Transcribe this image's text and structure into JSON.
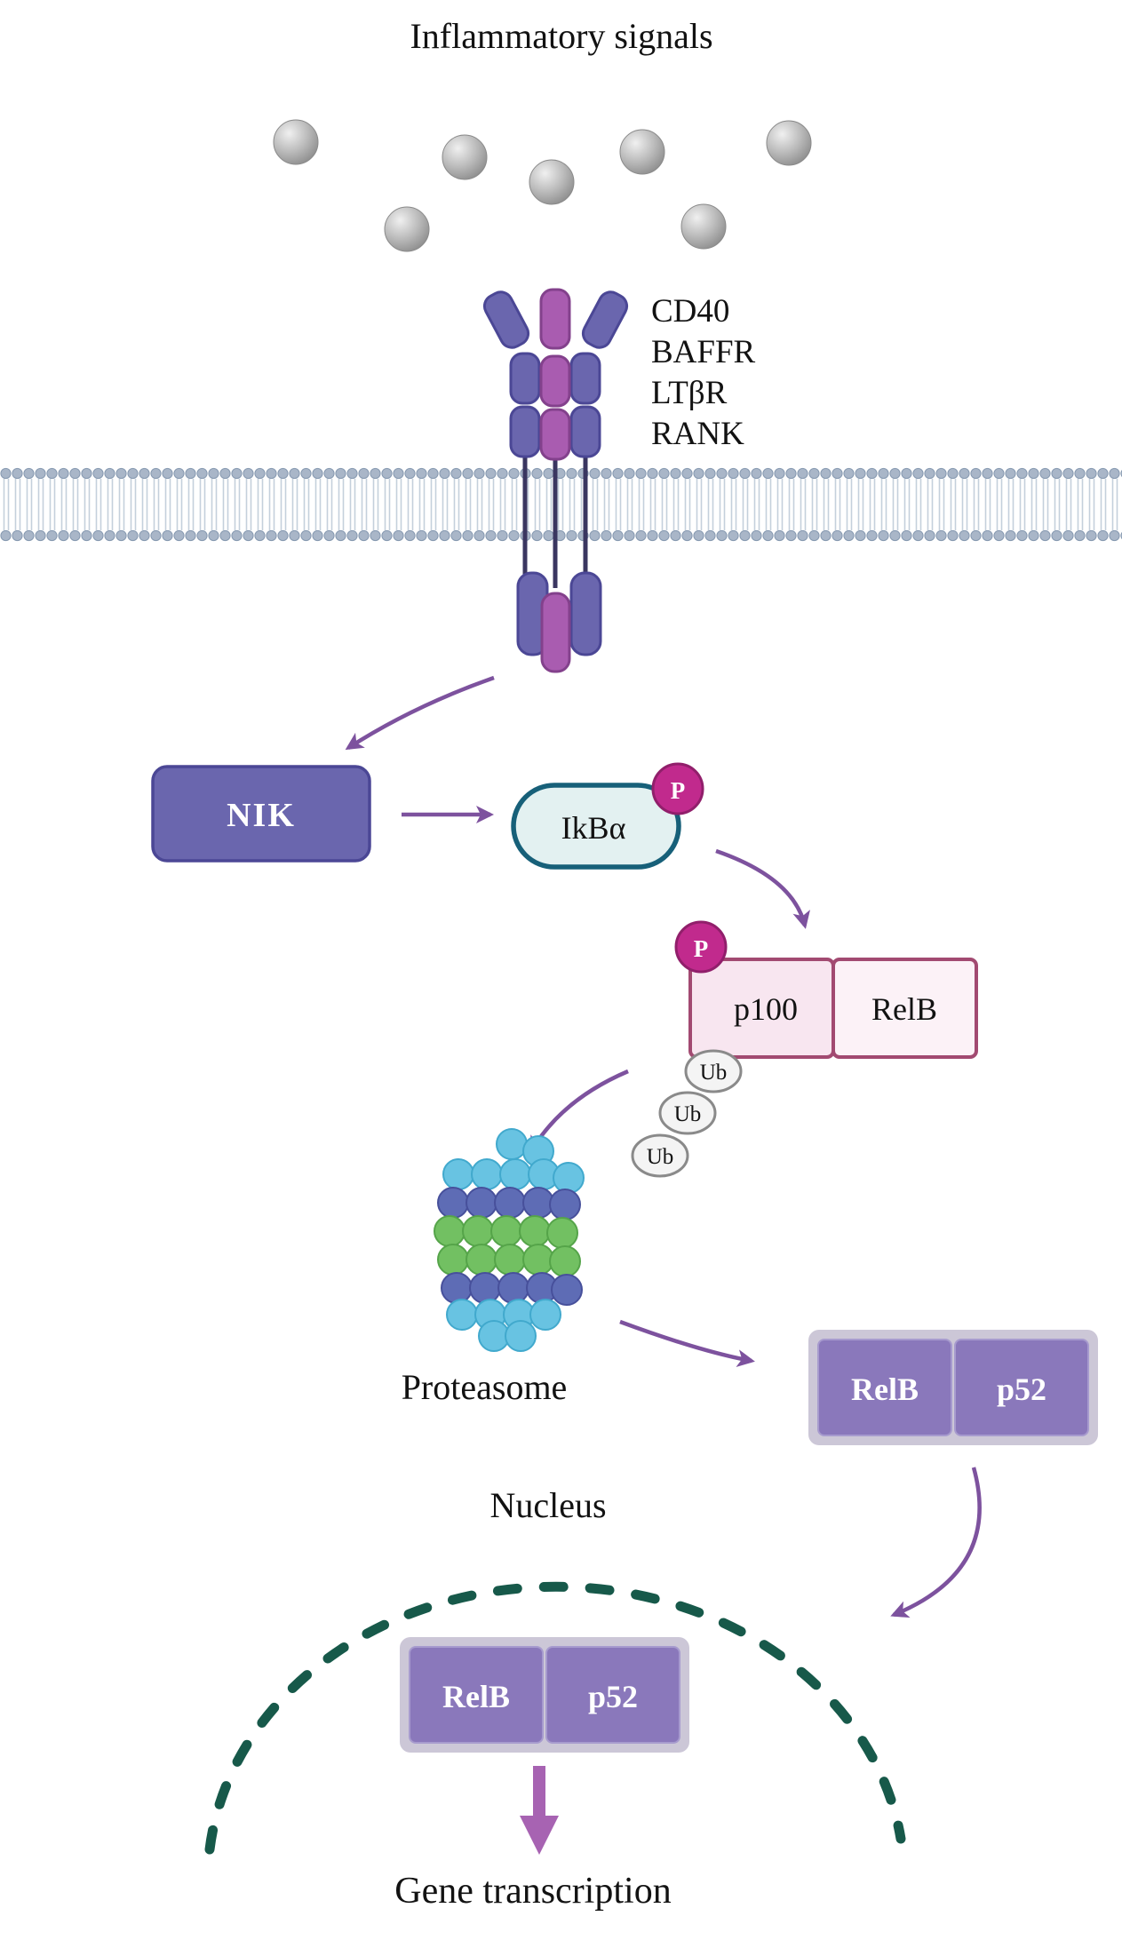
{
  "title": "Inflammatory signals",
  "receptor": {
    "labels": [
      "CD40",
      "BAFFR",
      "LTβR",
      "RANK"
    ]
  },
  "nodes": {
    "nik": "NIK",
    "ikba": "IkBα",
    "phosphate": "P",
    "p100": "p100",
    "relb": "RelB",
    "p52": "p52",
    "ubiquitin": "Ub"
  },
  "labels": {
    "proteasome": "Proteasome",
    "nucleus": "Nucleus",
    "gene_transcription": "Gene transcription"
  },
  "colors": {
    "receptor_purple": "#6a66ae",
    "receptor_magenta": "#a95cb0",
    "arrow_purple": "#7d529e",
    "phosphate_magenta": "#c12a8d",
    "ikba_fill": "#e3f1f1",
    "ikba_border_teal": "#176079",
    "p100_fill": "#f8e6f0",
    "p100_border": "#a24a71",
    "relb_p52_purple": "#8a78bb",
    "nuclear_membrane_green": "#17594a",
    "proteasome_blue": "#68c3e2",
    "proteasome_green": "#72c062",
    "proteasome_indigo": "#5e6cb5",
    "gene_arrow_purple": "#a763b2"
  }
}
